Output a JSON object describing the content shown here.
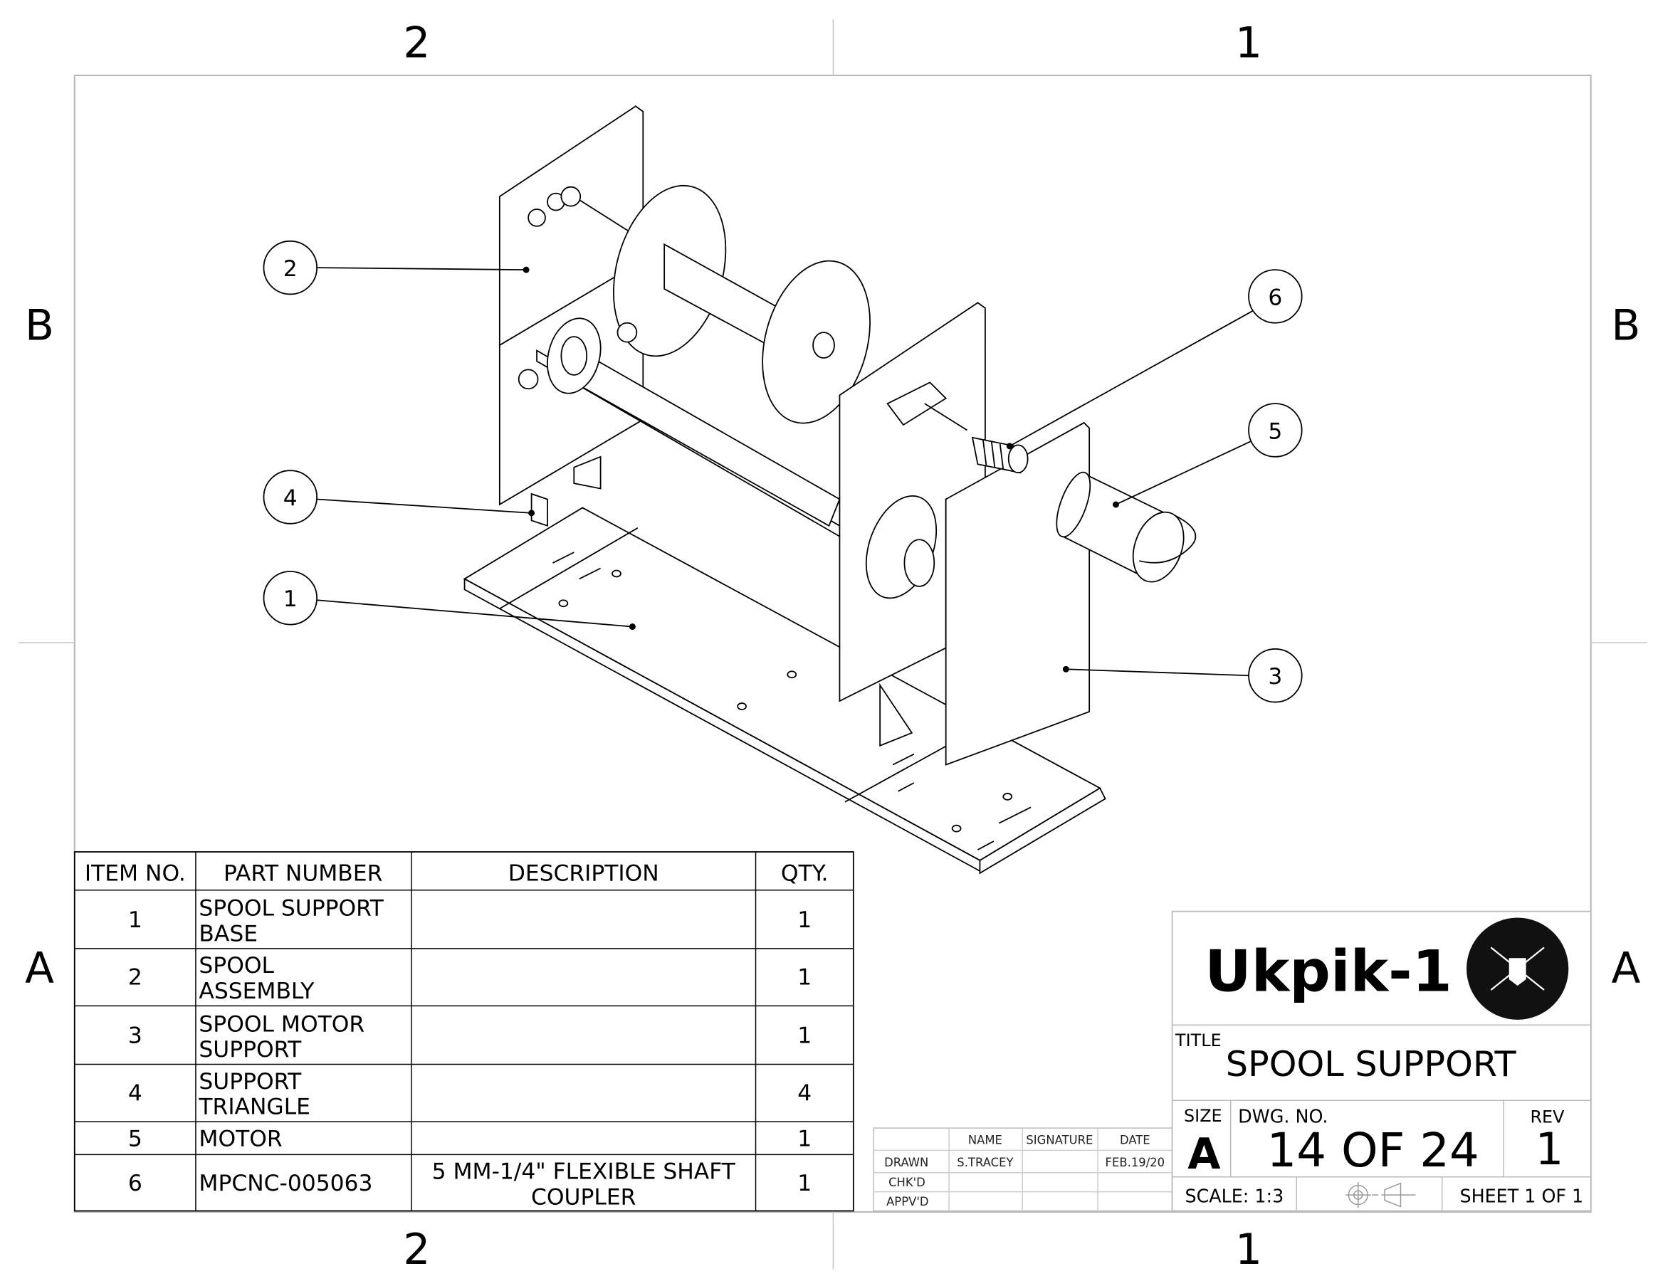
{
  "zones": {
    "top": [
      "2",
      "1"
    ],
    "bottom": [
      "2",
      "1"
    ],
    "left": [
      "B",
      "A"
    ],
    "right": [
      "B",
      "A"
    ]
  },
  "balloons": [
    "1",
    "2",
    "3",
    "4",
    "5",
    "6"
  ],
  "bom": {
    "headers": [
      "ITEM NO.",
      "PART NUMBER",
      "DESCRIPTION",
      "QTY."
    ],
    "rows": [
      {
        "item": "1",
        "part": [
          "SPOOL SUPPORT",
          "BASE"
        ],
        "desc": [
          "",
          ""
        ],
        "qty": "1"
      },
      {
        "item": "2",
        "part": [
          "SPOOL",
          "ASSEMBLY"
        ],
        "desc": [
          "",
          ""
        ],
        "qty": "1"
      },
      {
        "item": "3",
        "part": [
          "SPOOL MOTOR",
          "SUPPORT"
        ],
        "desc": [
          "",
          ""
        ],
        "qty": "1"
      },
      {
        "item": "4",
        "part": [
          "SUPPORT",
          "TRIANGLE"
        ],
        "desc": [
          "",
          ""
        ],
        "qty": "4"
      },
      {
        "item": "5",
        "part": [
          "MOTOR",
          ""
        ],
        "desc": [
          "",
          ""
        ],
        "qty": "1"
      },
      {
        "item": "6",
        "part": [
          "MPCNC-005063",
          ""
        ],
        "desc": [
          "5 MM-1/4\" FLEXIBLE SHAFT",
          "COUPLER"
        ],
        "qty": "1"
      }
    ]
  },
  "revision_block": {
    "headers": [
      "NAME",
      "SIGNATURE",
      "DATE"
    ],
    "rows": [
      {
        "label": "DRAWN",
        "name": "S.TRACEY",
        "signature": "",
        "date": "FEB.19/20"
      },
      {
        "label": "CHK'D",
        "name": "",
        "signature": "",
        "date": ""
      },
      {
        "label": "APPV'D",
        "name": "",
        "signature": "",
        "date": ""
      }
    ]
  },
  "title_block": {
    "logo_text": "Ukpik-1",
    "title_label": "TITLE",
    "title": "SPOOL SUPPORT",
    "size_label": "SIZE",
    "size": "A",
    "dwg_label": "DWG.  NO.",
    "dwg_no": "14 OF 24",
    "rev_label": "REV",
    "rev": "1",
    "scale": "SCALE: 1:3",
    "sheet": "SHEET 1 OF 1"
  }
}
